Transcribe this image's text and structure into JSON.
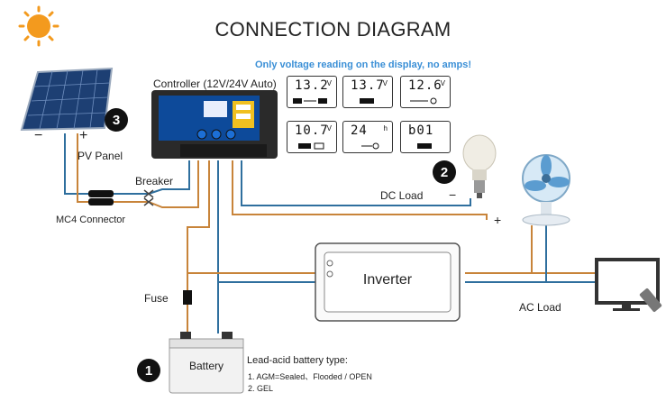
{
  "title": "CONNECTION DIAGRAM",
  "note": "Only voltage reading on the display, no amps!",
  "controller_label": "Controller (12V/24V Auto)",
  "pv_panel": {
    "label": "PV Panel",
    "minus": "−",
    "plus": "+",
    "number": "3"
  },
  "breaker_label": "Breaker",
  "mc4_label": "MC4 Connector",
  "fuse_label": "Fuse",
  "dc_load": {
    "label": "DC Load",
    "number": "2",
    "minus": "−",
    "plus": "+"
  },
  "inverter_label": "Inverter",
  "ac_load_label": "AC Load",
  "battery": {
    "label": "Battery",
    "number": "1",
    "type_title": "Lead-acid battery type:",
    "types": [
      "1. AGM=Sealed、Flooded / OPEN",
      "2. GEL"
    ]
  },
  "displays": [
    {
      "value": "13.2",
      "unit": "V"
    },
    {
      "value": "13.7",
      "unit": "V"
    },
    {
      "value": "12.6",
      "unit": "V"
    },
    {
      "value": "10.7",
      "unit": "V"
    },
    {
      "value": "24",
      "unit": "h"
    },
    {
      "value": "b01",
      "unit": ""
    }
  ],
  "colors": {
    "positive_wire": "#c8843a",
    "negative_wire": "#2f6f9e",
    "controller_body": "#2a2a2a",
    "sun": "#f39a1e",
    "note_text": "#3a8fd6"
  }
}
